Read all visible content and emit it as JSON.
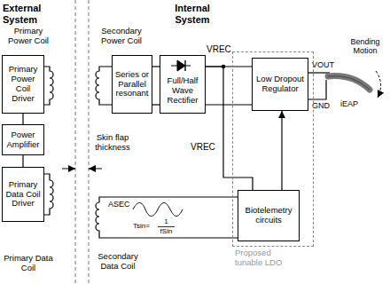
{
  "diagram": {
    "nodes": [
      {
        "text": [
          "Primary Power Coil Driver"
        ]
      },
      {
        "text": [
          "Power Amplifier"
        ]
      },
      {
        "text": [
          "Primary Data Coil Driver"
        ]
      },
      {
        "text": [
          "Series or Parallel resonant"
        ]
      },
      {
        "text": [
          "Full/Half Wave Rectifier"
        ]
      },
      {
        "text": [
          "Proposed tunable LDO"
        ]
      },
      {
        "text": [
          "Low Dropout Regulator"
        ],
        "in": 5
      },
      {
        "text": [
          "Biotelemetry circuits"
        ],
        "in": 5
      }
    ],
    "edges": [
      {
        "from": 0,
        "to": 1,
        "arrow": "none"
      },
      {
        "from": 1,
        "to": 2,
        "arrow": "none"
      },
      {
        "from": 3,
        "to": 4,
        "arrow": "none"
      },
      {
        "from": 3,
        "to": 4,
        "arrow": "none"
      },
      {
        "from": 4,
        "to": 6,
        "arrow": "none"
      },
      {
        "from": 4,
        "to": 6,
        "arrow": "none"
      },
      {
        "from": 4,
        "to": 7,
        "arrow": "none"
      },
      {
        "from": 7,
        "to": 6,
        "arrow": "to"
      }
    ],
    "labels": [
      "External System",
      "Internal System",
      "Primary Power Coil",
      "Primary Data Coil",
      "Skin flap thickness",
      "Secondary Power Coil",
      "VREC",
      "VREC",
      "VOUT",
      "GND",
      "Bending Motion",
      "iEAP",
      "ASEC",
      "Tsin=",
      "1",
      "fSin",
      "Secondary Data Coil"
    ]
  }
}
